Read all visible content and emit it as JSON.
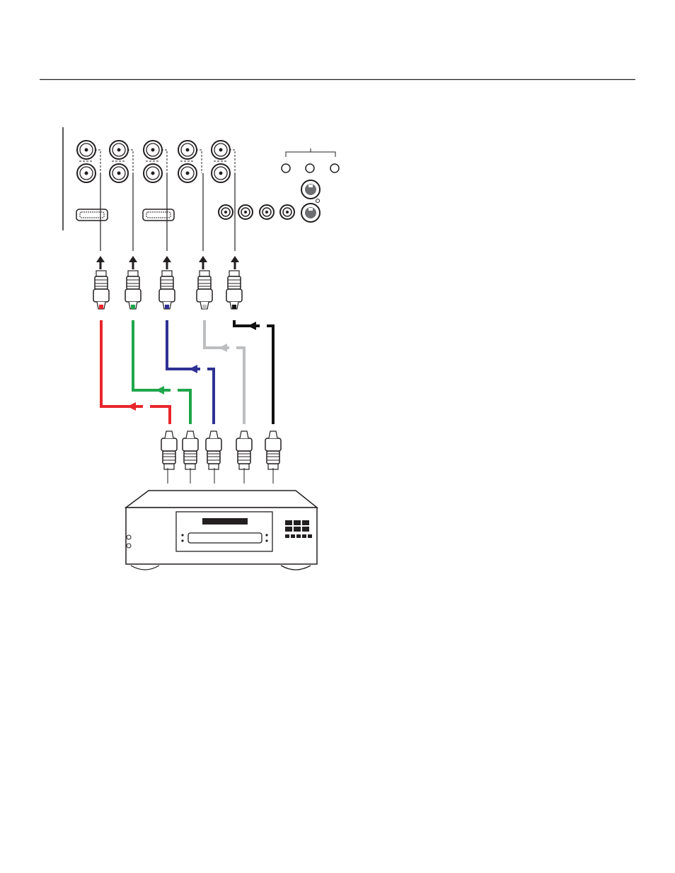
{
  "diagram": {
    "cables": [
      {
        "id": "red",
        "color": "#e8262c"
      },
      {
        "id": "green",
        "color": "#1fa64b"
      },
      {
        "id": "blue",
        "color": "#2e3192"
      },
      {
        "id": "gray",
        "color": "#bcbec0"
      },
      {
        "id": "black",
        "color": "#111111"
      }
    ],
    "colors": {
      "outline": "#231f20",
      "background": "#ffffff"
    }
  }
}
